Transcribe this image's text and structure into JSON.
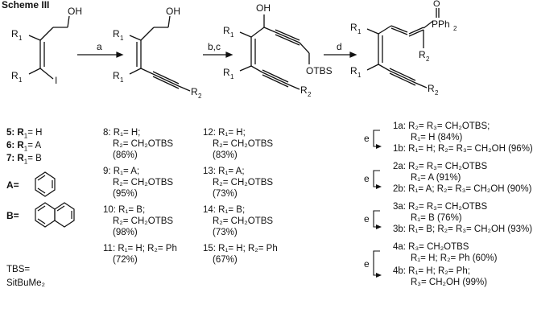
{
  "caption": "Scheme III",
  "structures": {
    "s1": {
      "oh": "OH",
      "r1a": "R",
      "r1b": "R",
      "sub": "1",
      "i": "I"
    },
    "s2": {
      "oh": "OH",
      "r1a": "R",
      "r1b": "R",
      "r2": "R",
      "sub1": "1",
      "sub2": "2"
    },
    "s3": {
      "oh": "OH",
      "r1a": "R",
      "r1b": "R",
      "r2": "R",
      "otbs": "OTBS"
    },
    "s4": {
      "o": "O",
      "p": "PPh",
      "sub": "2",
      "r3": "R",
      "r1a": "R",
      "r1b": "R",
      "r2": "R"
    }
  },
  "arrows": {
    "a": "a",
    "bc": "b,c",
    "d": "d"
  },
  "col1": {
    "c5": "5: R",
    "c5b": "1",
    "c5c": "= H",
    "c6": "6: R",
    "c6b": "1",
    "c6c": "= A",
    "c7": "7: R",
    "c7b": "1",
    "c7c": "= B"
  },
  "col2": [
    [
      "8: R₁= H;",
      "R₂= CH₂OTBS",
      "(86%)"
    ],
    [
      "9: R₁= A;",
      "R₂= CH₂OTBS",
      "(95%)"
    ],
    [
      "10: R₁= B;",
      "R₂= CH₂OTBS",
      "(98%)"
    ],
    [
      "11: R₁= H; R₂= Ph",
      "(72%)"
    ]
  ],
  "col3": [
    [
      "12: R₁= H;",
      "R₂= CH₂OTBS",
      "(83%)"
    ],
    [
      "13: R₁= A;",
      "R₂= CH₂OTBS",
      "(73%)"
    ],
    [
      "14: R₁= B;",
      "R₂= CH₂OTBS",
      "(73%)"
    ],
    [
      "15: R₁= H; R₂= Ph",
      "(67%)"
    ]
  ],
  "col4": [
    "1a: R₂= R₃= CH₂OTBS;",
    "R₁= H (84%)",
    "1b: R₁= H; R₂= R₃= CH₂OH (96%)",
    "2a: R₂= R₃= CH₂OTBS",
    "R₁= A (91%)",
    "2b: R₁= A; R₂= R₃= CH₂OH (90%)",
    "3a: R₂= R₃= CH₂OTBS",
    "R₁= B (76%)",
    "3b: R₁= B; R₂= R₃= CH₂OH (93%)",
    "4a: R₃= CH₂OTBS",
    "R₁= H; R₂= Ph (60%)",
    "4b: R₁= H; R₂= Ph;",
    "R₃= CH₂OH (99%)"
  ],
  "e_labels": [
    "e",
    "e",
    "e",
    "e"
  ],
  "legend": {
    "a": "A=",
    "b": "B=",
    "tbs1": "TBS=",
    "tbs2": "SitBuMe₂"
  }
}
